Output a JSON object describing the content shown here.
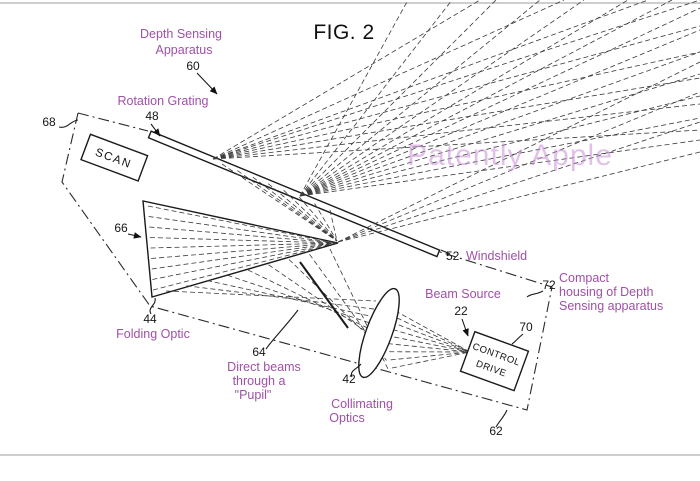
{
  "figure": {
    "title": "FIG. 2"
  },
  "watermark": {
    "text": "Patently Apple"
  },
  "colors": {
    "label_purple": "#a050a8",
    "watermark_purple": "#c98fd6"
  },
  "labels": {
    "depth_sensing": {
      "line1": "Depth Sensing",
      "line2": "Apparatus",
      "ref": "60"
    },
    "rotation_grating": {
      "text": "Rotation Grating",
      "ref": "48"
    },
    "housing_left": {
      "ref": "68"
    },
    "scan_box": {
      "text": "SCAN"
    },
    "folding_optic_mirror": {
      "ref": "66"
    },
    "windshield": {
      "ref": "52",
      "text": "Windshield"
    },
    "folding_optic": {
      "ref": "44",
      "text": "Folding Optic"
    },
    "pupil": {
      "ref": "64",
      "line1": "Direct beams",
      "line2": "through a",
      "line3": "\"Pupil\""
    },
    "collimating": {
      "ref": "42",
      "line1": "Collimating",
      "line2": "Optics"
    },
    "beam_source": {
      "text": "Beam Source",
      "ref": "22"
    },
    "control_drive": {
      "line1": "CONTROL",
      "line2": "DRIVE",
      "ref": "70"
    },
    "housing": {
      "ref": "72",
      "line1": "Compact",
      "line2": "housing of Depth",
      "line3": "Sensing apparatus"
    },
    "housing_bottom": {
      "ref": "62"
    }
  }
}
